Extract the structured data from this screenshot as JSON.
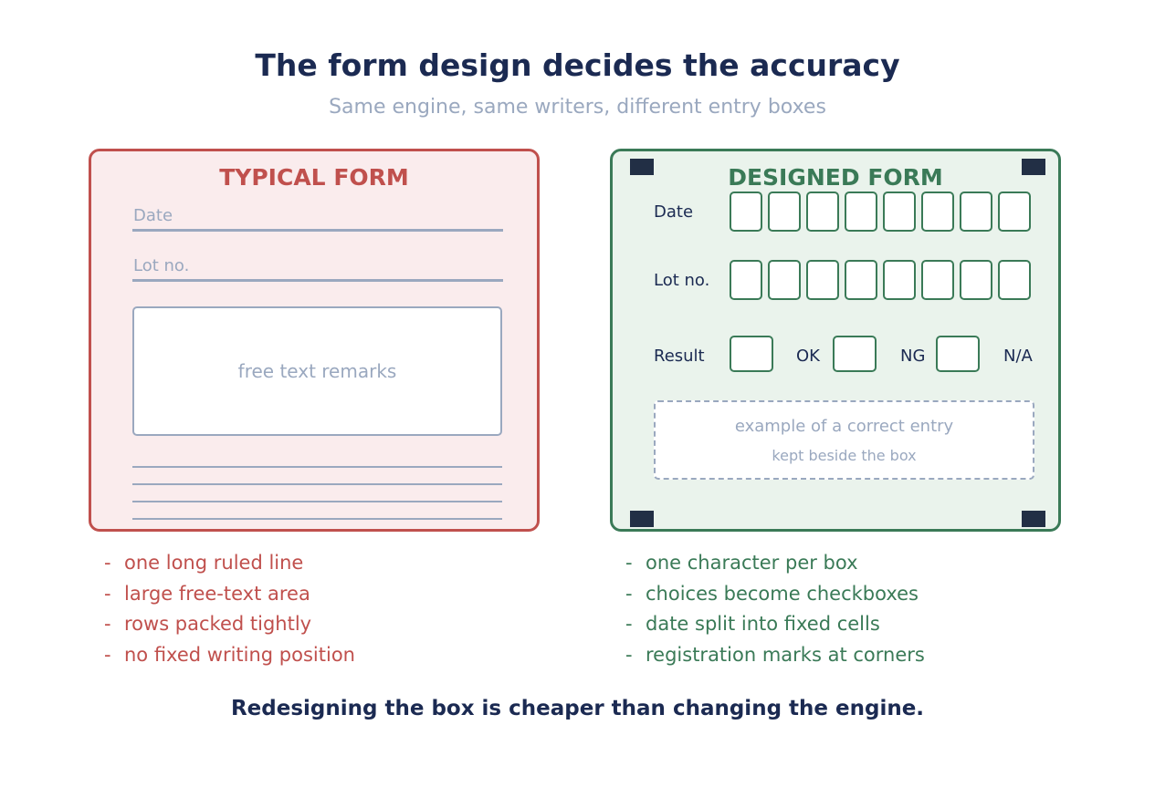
{
  "title": "The form design decides the accuracy",
  "subtitle": "Same engine, same writers, different entry boxes",
  "typical": {
    "heading": "TYPICAL FORM",
    "date_label": "Date",
    "lot_label": "Lot no.",
    "remarks_placeholder": "free text remarks",
    "bullets": [
      "one long ruled line",
      "large free-text area",
      "rows packed tightly",
      "no fixed writing position"
    ]
  },
  "designed": {
    "heading": "DESIGNED FORM",
    "date_label": "Date",
    "lot_label": "Lot no.",
    "result_label": "Result",
    "options": [
      "OK",
      "NG",
      "N/A"
    ],
    "example_line1": "example of a correct entry",
    "example_line2": "kept beside the box",
    "bullets": [
      "one character per box",
      "choices become checkboxes",
      "date split into fixed cells",
      "registration marks at corners"
    ]
  },
  "bullet_marker": "-",
  "footer": "Redesigning the box is cheaper than changing the engine."
}
